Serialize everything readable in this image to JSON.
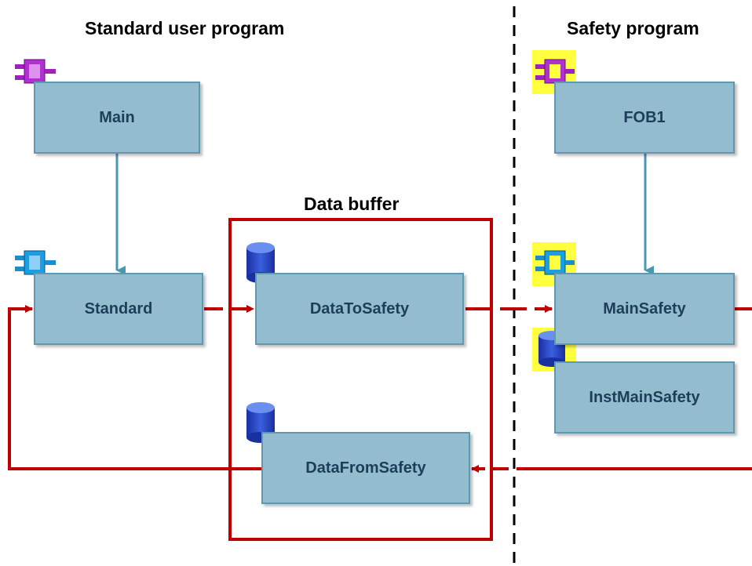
{
  "sections": {
    "standard_title": "Standard user program",
    "safety_title": "Safety program",
    "buffer_title": "Data buffer"
  },
  "blocks": {
    "main": {
      "label": "Main",
      "icon": "ob-icon",
      "icon_text": "OB"
    },
    "standard": {
      "label": "Standard",
      "icon": "fb-icon",
      "icon_text": "FB"
    },
    "data_to_safety": {
      "label": "DataToSafety",
      "icon": "db-icon",
      "icon_text": "DB"
    },
    "data_from_safety": {
      "label": "DataFromSafety",
      "icon": "db-icon",
      "icon_text": "DB"
    },
    "fob1": {
      "label": "FOB1",
      "icon": "ob-icon",
      "icon_text": "OB"
    },
    "main_safety": {
      "label": "MainSafety",
      "icon": "fb-icon",
      "icon_text": "FB"
    },
    "inst_main_safety": {
      "label": "InstMainSafety",
      "icon": "db-icon",
      "icon_text": "DB"
    }
  },
  "colors": {
    "block_fill": "#94bccf",
    "block_border": "#5f98b1",
    "block_text": "#1d3e58",
    "call_arrow": "#4a97b3",
    "data_arrow": "#c00000",
    "buffer_frame": "#c00000",
    "safety_highlight": "#ffff40",
    "ob_icon": "#a020c0",
    "fb_icon": "#1a8fd0",
    "db_icon": "#1a3fc0"
  }
}
